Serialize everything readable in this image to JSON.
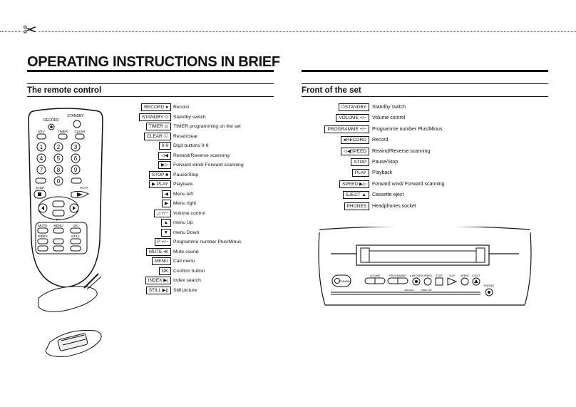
{
  "page": {
    "title": "OPERATING INSTRUCTIONS IN BRIEF",
    "scissors_icon": "scissors-icon"
  },
  "remote": {
    "heading": "The remote control",
    "items": [
      {
        "key": "RECORD ●",
        "desc": "Record"
      },
      {
        "key": "STANDBY ⏻",
        "desc": "Standby switch"
      },
      {
        "key": "TIMER ⊙",
        "desc": "TIMER programming on the set"
      },
      {
        "key": "CLEAR ⓒ",
        "desc": "Reset/clear"
      },
      {
        "key": "0-9",
        "desc": "Digit buttons 0-9"
      },
      {
        "key": "◁◀",
        "desc": "Rewind/Reverse scanning"
      },
      {
        "key": "▶▷",
        "desc": "Forward wind/ Forward scanning"
      },
      {
        "key": "STOP ■",
        "desc": "Pause/Stop"
      },
      {
        "key": "▶ PLAY",
        "desc": "Playback"
      },
      {
        "key": "◀",
        "desc": "Menu left"
      },
      {
        "key": "▶",
        "desc": "Menu right"
      },
      {
        "key": "◿ +/−",
        "desc": "Volume control"
      },
      {
        "key": "▲",
        "desc": "menu Up"
      },
      {
        "key": "▼",
        "desc": "menu Down"
      },
      {
        "key": "P +/−",
        "desc": "Programme number Plus/Minus"
      },
      {
        "key": "MUTE ≪",
        "desc": "Mute sound"
      },
      {
        "key": "MENU",
        "desc": "Call menu"
      },
      {
        "key": "OK",
        "desc": "Confirm button"
      },
      {
        "key": "INDEX ▶|",
        "desc": "Index search"
      },
      {
        "key": "STILL ▶||",
        "desc": "Still picture"
      }
    ],
    "labels": {
      "record": "RECORD",
      "standby": "STANDBY",
      "tv": "0/TV",
      "timer": "TIMER",
      "clear": "CLEAR",
      "stop": "STOP",
      "play": "PLAY",
      "pplus": "P+",
      "pminus": "P−",
      "mute": "MUTE",
      "menu": "MENU",
      "ok": "OK",
      "index": "INDEX",
      "still": "STILL",
      "digits": [
        "1",
        "2",
        "3",
        "4",
        "5",
        "6",
        "7",
        "8",
        "9",
        "0"
      ]
    }
  },
  "front": {
    "heading": "Front of the set",
    "items": [
      {
        "key": "⏻STANDBY",
        "desc": "Standby switch"
      },
      {
        "key": "VOLUME +/−",
        "desc": "Volume control"
      },
      {
        "key": "PROGRAMME +/−",
        "desc": "Programme number Plus/Minus"
      },
      {
        "key": "●RECORD",
        "desc": "Record"
      },
      {
        "key": "◁◀SPEED",
        "desc": "Rewind/Reverse scanning"
      },
      {
        "key": "STOP",
        "desc": "Pause/Stop"
      },
      {
        "key": "PLAY",
        "desc": "Playback"
      },
      {
        "key": "SPEED ▶▷",
        "desc": "Forward wind/ Forward scanning"
      },
      {
        "key": "EJECT ▲",
        "desc": "Cassette eject"
      },
      {
        "key": "PHONES",
        "desc": "Headphones socket"
      }
    ],
    "panel_labels": {
      "standby": "STANDBY",
      "volume": "VOLUME",
      "programme": "PROGRAMME",
      "record": "● RECORD",
      "speed_rw": "SPEED",
      "stop": "STOP",
      "play": "PLAY",
      "speed_ff": "SPEED",
      "eject": "EJECT",
      "phones": "PHONES",
      "record2": "RECORD",
      "timer_off": "TIMER OFF"
    }
  }
}
